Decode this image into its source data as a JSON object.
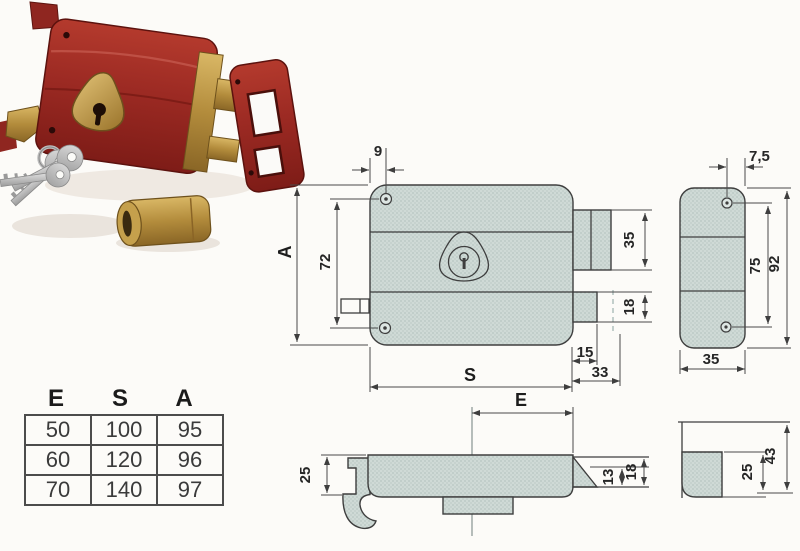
{
  "page": {
    "background": "#fcfbf8",
    "accent_red": "#9e2d27",
    "brass": "#b98f3e",
    "drawing_fill": "#cfdad6",
    "line_color": "#3e3e3e"
  },
  "photo": {
    "parts": [
      "lock-body",
      "cylinder-escutcheon",
      "key-bunch",
      "euro-cylinder",
      "strike-plate"
    ]
  },
  "front_view": {
    "dim_screw_offset": "9",
    "dim_total_height_label": "A",
    "dim_screw_spacing": "72",
    "dim_bolt_height": "35",
    "dim_latch_height": "18",
    "dim_latch_throw": "15",
    "dim_right_offset": "33",
    "dim_total_width_label": "S"
  },
  "strike_front_view": {
    "dim_screw_offset": "7,5",
    "dim_screw_spacing": "75",
    "dim_total_height": "92",
    "dim_width": "35"
  },
  "lock_top_view": {
    "dim_entry_label": "E",
    "dim_case_depth": "25",
    "dim_latch_inner": "13",
    "dim_latch_outer": "18"
  },
  "strike_top_view": {
    "dim_inner_depth": "25",
    "dim_outer_depth": "43"
  },
  "size_table": {
    "headers": [
      "E",
      "S",
      "A"
    ],
    "rows": [
      [
        "50",
        "100",
        "95"
      ],
      [
        "60",
        "120",
        "96"
      ],
      [
        "70",
        "140",
        "97"
      ]
    ]
  }
}
